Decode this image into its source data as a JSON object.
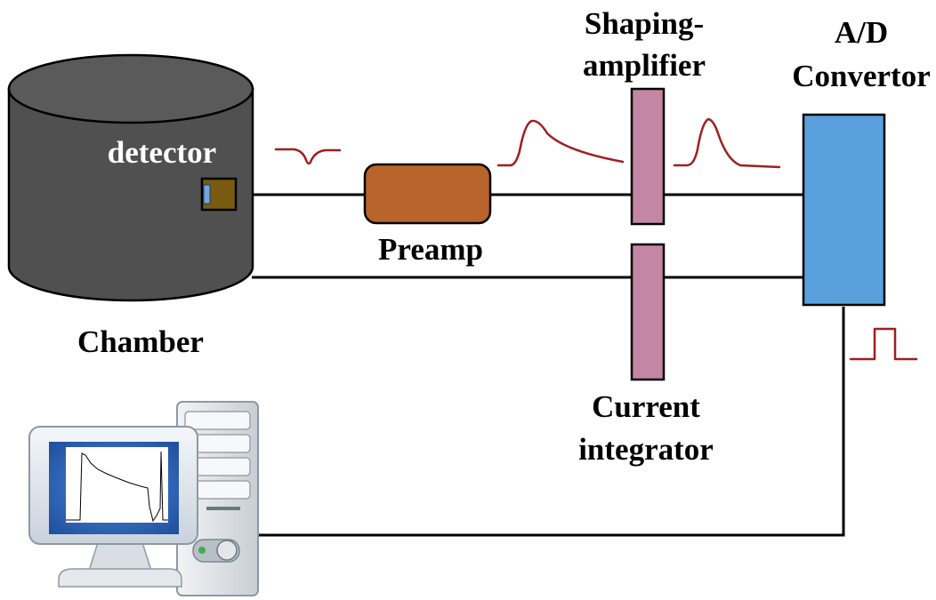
{
  "labels": {
    "detector": "detector",
    "chamber": "Chamber",
    "preamp": "Preamp",
    "shaping_line1": "Shaping-",
    "shaping_line2": "amplifier",
    "adc_line1": "A/D",
    "adc_line2": "Convertor",
    "current_line1": "Current",
    "current_line2": "integrator"
  },
  "colors": {
    "chamber_body": "#505050",
    "chamber_top": "#5a5a5a",
    "preamp": "#b9642a",
    "shaping_amplifier": "#c387a5",
    "current_integrator": "#c387a5",
    "adc": "#5aa0dc",
    "signal_trace": "#a01e1e",
    "detector": "#7a5a10",
    "detector_window": "#6fa8e0",
    "wire": "#000000",
    "monitor_screen": "#2a62b8"
  },
  "icons": {
    "computer": "desktop-computer-icon",
    "monitor": "monitor-icon",
    "tower": "pc-tower-icon"
  }
}
